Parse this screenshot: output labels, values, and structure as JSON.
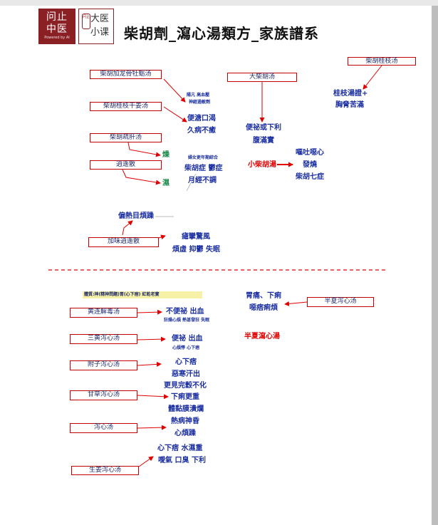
{
  "header": {
    "logo_left": "问止中医",
    "logo_left_line1": "问止",
    "logo_left_line2": "中医",
    "logo_left_tagline": "Powered by AI",
    "logo_right_seal": "问止",
    "logo_right_line1": "大医",
    "logo_right_line2": "小课",
    "title": "柴胡劑_瀉心湯類方_家族譜系"
  },
  "top_section": {
    "boxes": {
      "chaihu_longgu": "柴胡加龙骨牡蛎汤",
      "chaihu_guizhi_ganjiang": "柴胡桂枝干姜汤",
      "chaihu_shugan": "柴胡疏肝汤",
      "xiaoyao": "逍遥散",
      "da_chaihu": "大柴胡汤",
      "chaihu_guizhi": "柴胡桂枝汤",
      "jiawei_xiaoyao": "加味逍遥散"
    },
    "notes": {
      "longgu_1": "陽亢 高血壓",
      "longgu_2": "神經過敏劑",
      "ganjiang_1": "便溏口渴",
      "ganjiang_2": "久病不癒",
      "zao": "燥",
      "shi": "濕",
      "xiaoyao_1": "婦女更年期綜合",
      "xiaoyao_2": "柴胡症 鬱症",
      "xiaoyao_3": "月經不調",
      "dachaihu_1": "便祕或下利",
      "dachaihu_2": "腹滿實",
      "xiao_chaihu": "小柴胡湯",
      "xiao_1": "嘔吐噁心",
      "xiao_2": "發燒",
      "xiao_3": "柴胡七症",
      "guizhi_1": "桂枝湯證+",
      "guizhi_2": "胸脅苦滿",
      "pianre": "偏熱目煩躁",
      "jiawei_1": "瘧攣驚風",
      "jiawei_2": "煩虛 抑鬱 失眠"
    }
  },
  "bottom_section": {
    "header_note": "體質:神(精神問題)胃(心下痞) 紅乾老實",
    "boxes": {
      "huanglian_jiedu": "黄连解毒汤",
      "sanhuang": "三黄泻心汤",
      "fuzi": "附子泻心汤",
      "gancao": "甘草泻心汤",
      "xiexin": "泻心汤",
      "shengjiang": "生姜泻心汤",
      "banxia": "半夏泻心汤"
    },
    "notes": {
      "jiedu_1": "不便祕 出血",
      "jiedu_2": "狂燥心煩 熱甚發狂 失眠",
      "sanhuang_1": "便祕 出血",
      "sanhuang_2": "心煩悸 心下痞",
      "fuzi_1": "心下痞",
      "fuzi_2": "惡寒汗出",
      "gancao_1": "更見完穀不化",
      "gancao_2": "下痢更重",
      "gancao_3": "體黏膜潰爛",
      "xiexin_1": "熱病神昏",
      "xiexin_2": "心煩躁",
      "shengjiang_1": "心下痞 水濕重",
      "shengjiang_2": "噯氣 口臭 下利",
      "banxia_1": "胃痛、下痢",
      "banxia_2": "噁痞痢煩",
      "banxia_center": "半夏瀉心湯"
    }
  },
  "colors": {
    "arrow": "#e00000",
    "text": "#1a2ea0",
    "brand": "#8a1f24",
    "box_border": "#c00000"
  }
}
